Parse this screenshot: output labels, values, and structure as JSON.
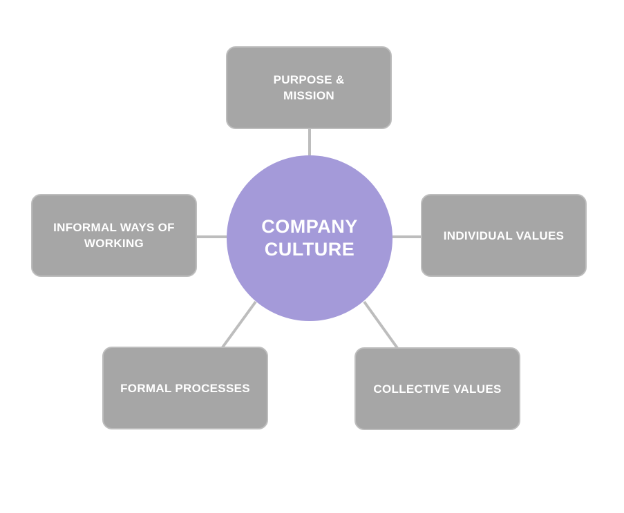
{
  "diagram": {
    "center": {
      "label": "COMPANY\nCULTURE"
    },
    "nodes": {
      "top": {
        "label": "PURPOSE &\nMISSION"
      },
      "left": {
        "label": "INFORMAL WAYS OF\nWORKING"
      },
      "right": {
        "label": "INDIVIDUAL VALUES"
      },
      "bottom_left": {
        "label": "FORMAL PROCESSES"
      },
      "bottom_right": {
        "label": "COLLECTIVE VALUES"
      }
    },
    "colors": {
      "center_fill": "#a49ad9",
      "node_fill": "#a6a6a6",
      "connector": "#bdbdbd",
      "text": "#ffffff"
    }
  }
}
